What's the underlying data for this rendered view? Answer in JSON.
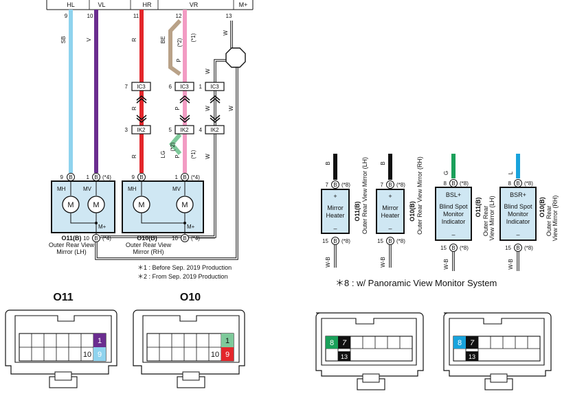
{
  "bus_labels": [
    "HL",
    "VL",
    "HR",
    "VR",
    "M+"
  ],
  "bus_pins": [
    "9",
    "10",
    "11",
    "12",
    "13"
  ],
  "wire_colors": {
    "sb": "SB",
    "v": "V",
    "r": "R",
    "be": "BE",
    "p": "P",
    "w": "W",
    "lg": "LG",
    "b": "B",
    "g": "G",
    "l": "L",
    "wb": "W-B"
  },
  "variants": {
    "v1": "(*1)",
    "v2": "(*2)",
    "v4": "(*4)",
    "v8": "(*8)"
  },
  "junctions": {
    "ic3": "IC3",
    "ik2": "IK2"
  },
  "junction_pins": {
    "ic3_a": "7",
    "ic3_b": "6",
    "ic3_c": "1",
    "ik2_a": "3",
    "ik2_b": "5",
    "ik2_c": "4"
  },
  "pin_b": "B",
  "pins": {
    "p9": "9",
    "p1": "1",
    "p10": "10",
    "p7": "7",
    "p8": "8",
    "p15": "15"
  },
  "motor": {
    "mh": "MH",
    "mv": "MV",
    "m": "M",
    "mplus": "M+"
  },
  "mirrors": {
    "lh_code": "O11(B)",
    "lh_name1": "Outer Rear View",
    "lh_name2": "Mirror (LH)",
    "rh_code": "O10(B)",
    "rh_name1": "Outer Rear View",
    "rh_name2": "Mirror (RH)"
  },
  "footnotes": {
    "n1": "＊1 : Before Sep.  2019 Production",
    "n2": "＊2 : From Sep.  2019 Production",
    "n8": "＊8 : w/ Panoramic View Monitor System"
  },
  "heater": {
    "plus": "+",
    "minus": "–",
    "line1": "Mirror",
    "line2": "Heater"
  },
  "vertical_labels": {
    "h_lh": "O11(B)",
    "h_lh_name": "Outer Rear View Mirror (LH)",
    "h_rh": "O10(B)",
    "h_rh_name": "Outer Rear View Mirror (RH)",
    "b_lh": "O11(B)",
    "b_lh_name1": "Outer Rear",
    "b_lh_name2": "View Mirror (LH)",
    "b_rh": "O10(B)",
    "b_rh_name1": "Outer Rear",
    "b_rh_name2": "View Mirror (RH)"
  },
  "bsm": {
    "lh_term": "BSL+",
    "rh_term": "BSR+",
    "minus": "–",
    "line1": "Blind Spot",
    "line2": "Monitor",
    "line3": "Indicator"
  },
  "connectors": {
    "o11": "O11",
    "o10": "O10"
  },
  "connector_pins": {
    "c1": "1",
    "c9": "9",
    "c10": "10",
    "c8": "8",
    "c13": "13",
    "c15": "15"
  }
}
